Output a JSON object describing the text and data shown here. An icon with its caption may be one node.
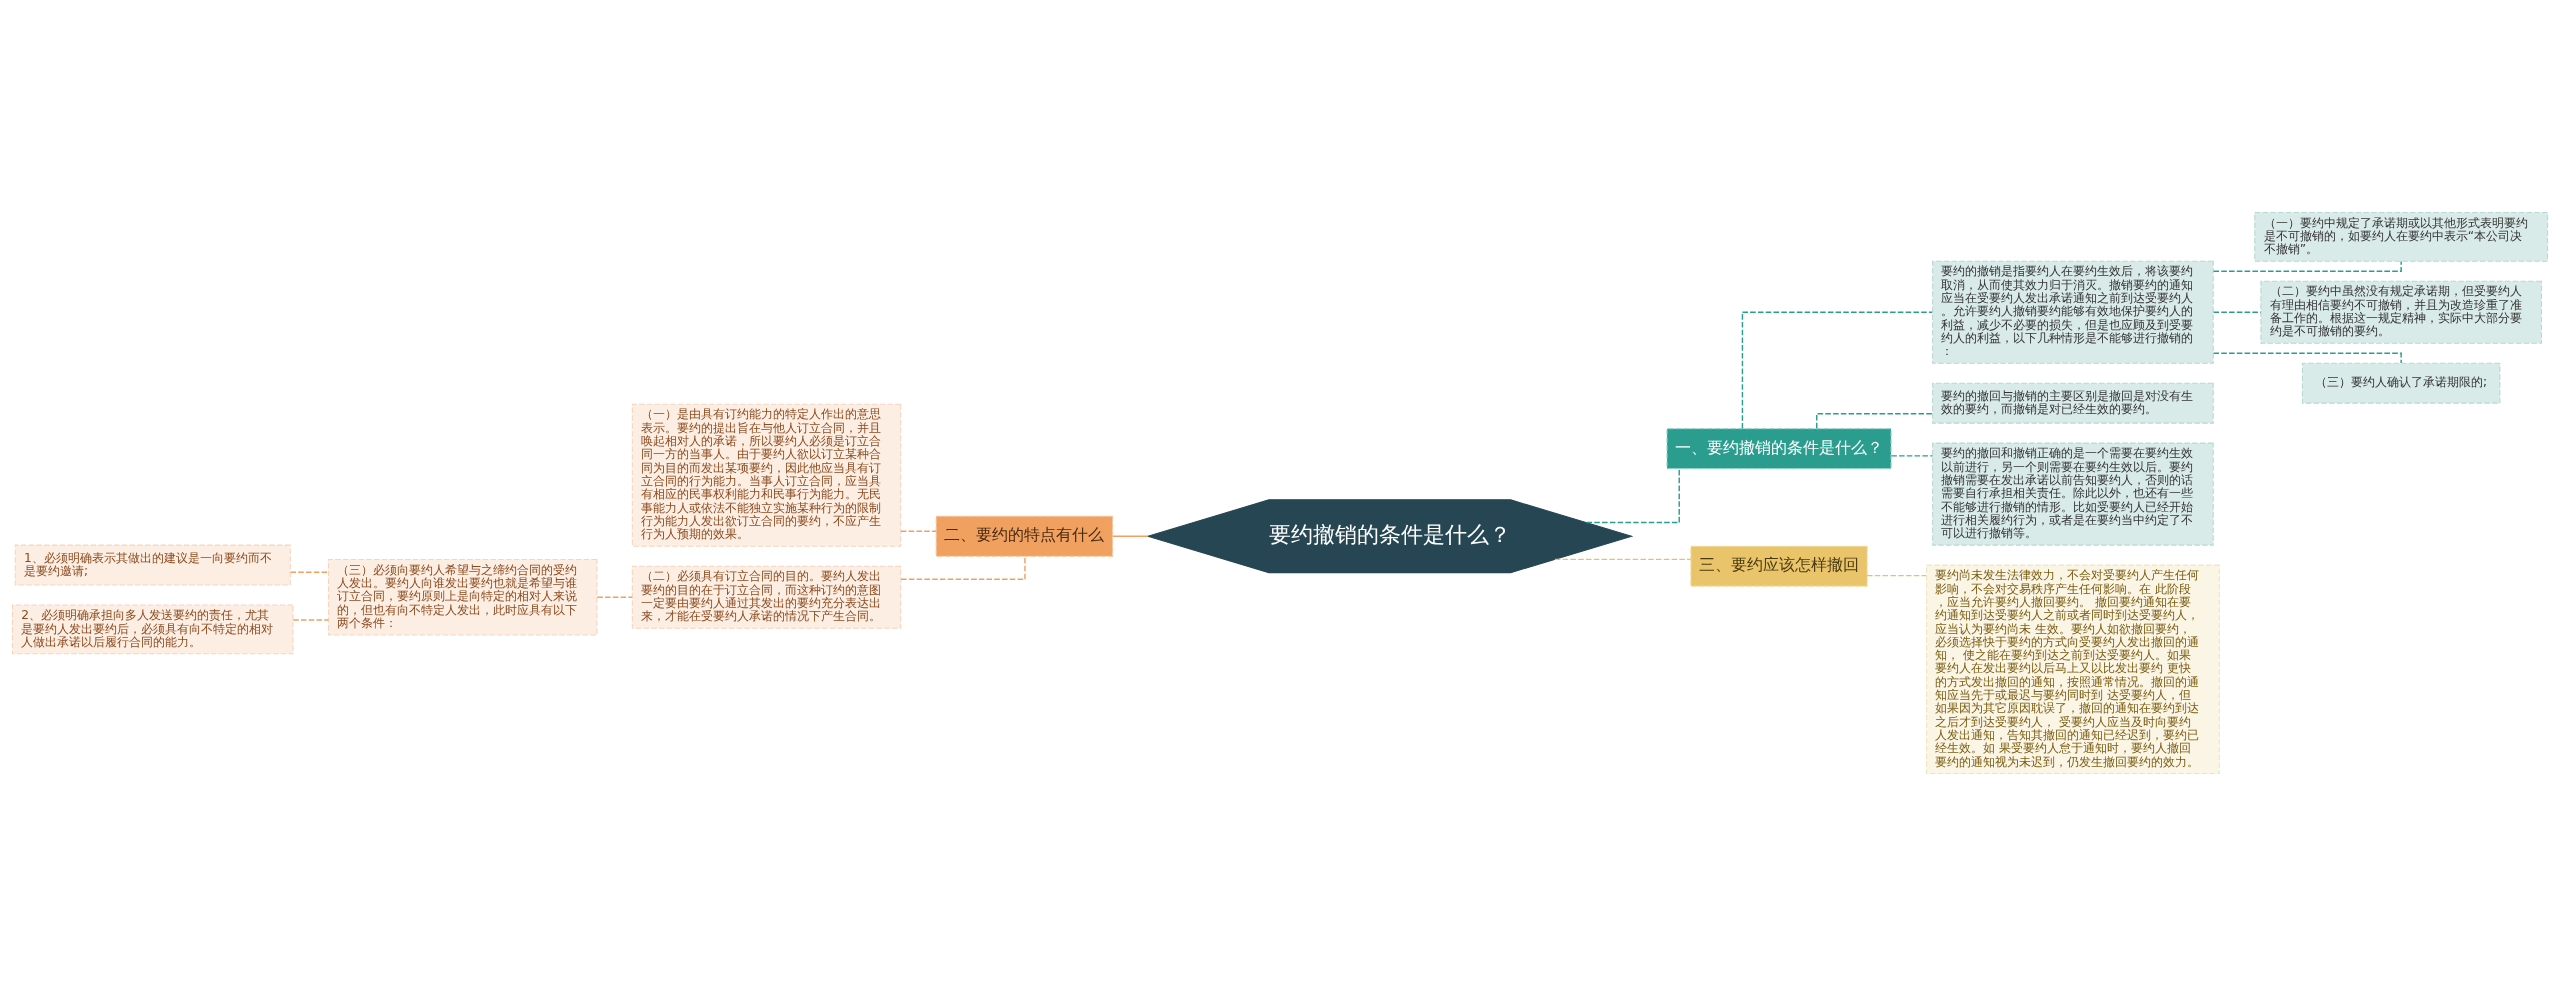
{
  "diagram": {
    "nodes": [
      {
        "text": [
          "要约撤销的条件是什么？"
        ]
      },
      {
        "text": [
          "一、要约撤销的条件是什么？"
        ]
      },
      {
        "text": [
          "要约的撤销是指要约人在要约生效后，将该要约取消，从而使其效力归于消灭。撤销要约的通知应当在受要约人发出承诺通知之前到达受要约人。允许要约人撤销要约能够有效地保护要约人的利益，减少不必要的损失，但是也应顾及到受要约人的利益，以下几种情形是不能够进行撤销的："
        ]
      },
      {
        "text": [
          "（一）要约中规定了承诺期或以其他形式表明要约是不可撤销的，如要约人在要约中表示“本公司决不撤销”。"
        ]
      },
      {
        "text": [
          "（二）要约中虽然没有规定承诺期，但受要约人有理由相信要约不可撤销，并且为改造珍重了准备工作的。根据这一规定精神，实际中大部分要约是不可撤销的要约。"
        ]
      },
      {
        "text": [
          "（三）要约人确认了承诺期限的;"
        ]
      },
      {
        "text": [
          "要约的撤回与撤销的主要区别是撤回是对没有生效的要约，而撤销是对已经生效的要约。"
        ]
      },
      {
        "text": [
          "要约的撤回和撤销正确的是一个需要在要约生效以前进行，另一个则需要在要约生效以后。要约撤销需要在发出承诺以前告知要约人，否则的话需要自行承担相关责任。除此以外，也还有一些不能够进行撤销的情形。比如受要约人已经开始进行相关履约行为，或者是在要约当中约定了不可以进行撤销等。"
        ]
      },
      {
        "text": [
          "二、要约的特点有什么"
        ]
      },
      {
        "text": [
          "（一）是由具有订约能力的特定人作出的意思表示。要约的提出旨在与他人订立合同，并且唤起相对人的承诺，所以要约人必须是订立合同一方的当事人。由于要约人欲以订立某种合同为目的而发出某项要约，因此他应当具有订立合同的行为能力。当事人订立合同，应当具有相应的民事权利能力和民事行为能力。无民事能力人或依法不能独立实施某种行为的限制行为能力人发出欲订立合同的要约，不应产生行为人预期的效果。"
        ]
      },
      {
        "text": [
          "（二）必须具有订立合同的目的。要约人发出要约的目的在于订立合同，而这种订约的意图一定要由要约人通过其发出的要约充分表达出来，才能在受要约人承诺的情况下产生合同。"
        ]
      },
      {
        "text": [
          "（三）必须向要约人希望与之缔约合同的受约人发出。要约人向谁发出要约也就是希望与谁订立合同，要约原则上是向特定的相对人来说的，但也有向不特定人发出，此时应具有以下两个条件："
        ]
      },
      {
        "text": [
          "1、必须明确表示其做出的建议是一向要约而不是要约邀请;"
        ]
      },
      {
        "text": [
          "2、必须明确承担向多人发送要约的责任，尤其是要约人发出要约后，必须具有向不特定的相对人做出承诺以后履行合同的能力。"
        ]
      },
      {
        "text": [
          "三、要约应该怎样撤回"
        ]
      },
      {
        "text": [
          "要约尚未发生法律效力，不会对受要约人产生任何影响，不会对交易秩序产生任何影响。在 此阶段，应当允许要约人撤回要约。 撤回要约通知在要约通知到达受要约人之前或者同时到达受要约人，应当认为要约尚未 生效。要约人如欲撤回要约，必须选择快于要约的方式向受要约人发出撤回的通知， 使之能在要约到达之前到达受要约人。如果要约人在发出要约以后马上又以比发出要约 更快的方式发出撤回的通知，按照通常情况。撤回的通知应当先于或最迟与要约同时到 达受要约人，但如果因为其它原因耽误了，撤回的通知在要约到达之后才到达受要约人， 受要约人应当及时向要约人发出通知，告知其撤回的通知已经迟到，要约已经生效。如 果受要约人怠于通知时，要约人撤回要约的通知视为未迟到，仍发生撤回要约的效力。"
        ]
      }
    ],
    "edges": [
      {
        "from": 0,
        "to": 1,
        "arrow": "none",
        "style": "dashed"
      },
      {
        "from": 1,
        "to": 2,
        "arrow": "none",
        "style": "dashed"
      },
      {
        "from": 2,
        "to": 3,
        "arrow": "none",
        "style": "dashed"
      },
      {
        "from": 2,
        "to": 4,
        "arrow": "none",
        "style": "dashed"
      },
      {
        "from": 2,
        "to": 5,
        "arrow": "none",
        "style": "dashed"
      },
      {
        "from": 1,
        "to": 6,
        "arrow": "none",
        "style": "dashed"
      },
      {
        "from": 1,
        "to": 7,
        "arrow": "none",
        "style": "dashed"
      },
      {
        "from": 0,
        "to": 8,
        "arrow": "none",
        "color": "#f0a160"
      },
      {
        "from": 8,
        "to": 9,
        "arrow": "none",
        "style": "dashed",
        "color": "#f0a160"
      },
      {
        "from": 8,
        "to": 10,
        "arrow": "none",
        "style": "dashed",
        "color": "#f0a160"
      },
      {
        "from": 10,
        "to": 11,
        "arrow": "none",
        "style": "dashed",
        "color": "#f0a160"
      },
      {
        "from": 11,
        "to": 12,
        "arrow": "none",
        "style": "dashed",
        "color": "#f0a160"
      },
      {
        "from": 11,
        "to": 13,
        "arrow": "none",
        "style": "dashed",
        "color": "#f0a160"
      },
      {
        "from": 0,
        "to": 14,
        "arrow": "none",
        "style": "dashed",
        "color": "#e3c26a"
      },
      {
        "from": 14,
        "to": 15,
        "arrow": "none",
        "style": "dashed",
        "color": "#e3c26a"
      }
    ]
  }
}
